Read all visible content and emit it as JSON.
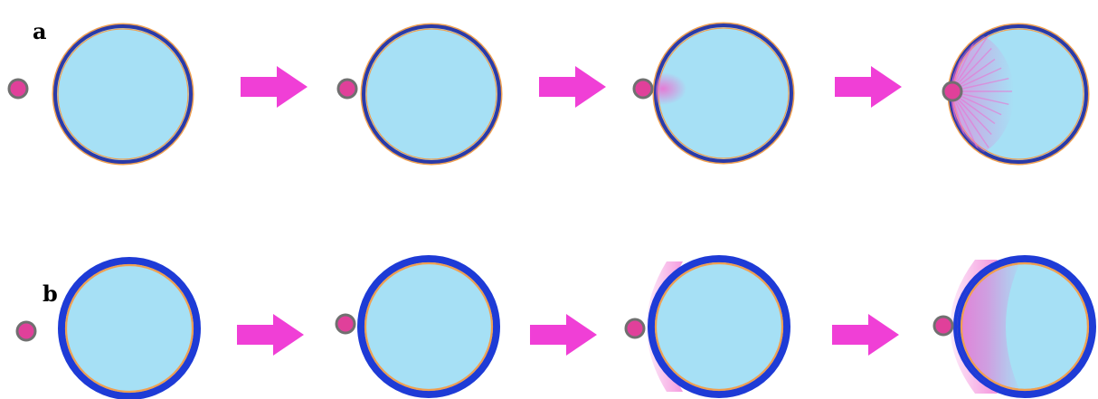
{
  "labels": {
    "a": "a",
    "b": "b"
  },
  "colors": {
    "cell_fill": "#a6e0f5",
    "orange_layer": "#f0a050",
    "row_a_membrane": "#2a3aa8",
    "row_b_membrane": "#1e3bd6",
    "particle_fill": "#e0409a",
    "particle_outline": "#707070",
    "arrow": "#f03fd6",
    "diffusion": "#f06ad0"
  },
  "rows": [
    {
      "id": "a",
      "membrane_style": "thin-inner-ring",
      "stages": [
        {
          "step": 1,
          "particle": "separate",
          "diffusion": "none"
        },
        {
          "step": 2,
          "particle": "attached",
          "diffusion": "none"
        },
        {
          "step": 3,
          "particle": "attached",
          "diffusion": "small-inside"
        },
        {
          "step": 4,
          "particle": "attached",
          "diffusion": "large-inside"
        }
      ]
    },
    {
      "id": "b",
      "membrane_style": "thick-outer-ring",
      "stages": [
        {
          "step": 1,
          "particle": "separate",
          "diffusion": "none"
        },
        {
          "step": 2,
          "particle": "attached",
          "diffusion": "none"
        },
        {
          "step": 3,
          "particle": "attached",
          "diffusion": "small-outside"
        },
        {
          "step": 4,
          "particle": "attached",
          "diffusion": "large-outside-and-inside"
        }
      ]
    }
  ]
}
